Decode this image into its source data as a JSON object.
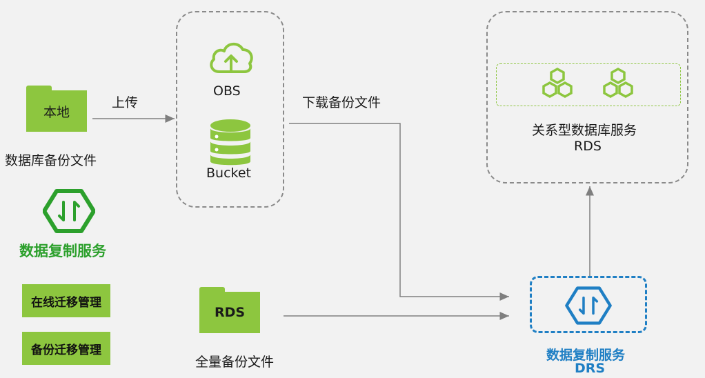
{
  "local": {
    "folder_label": "本地",
    "upload_label": "上传",
    "backup_files_label": "数据库备份文件"
  },
  "drs_logo": {
    "title": "数据复制服务"
  },
  "buttons": {
    "online_migration": "在线迁移管理",
    "backup_migration": "备份迁移管理"
  },
  "obs": {
    "label": "OBS",
    "bucket_label": "Bucket"
  },
  "download_label": "下载备份文件",
  "rds_folder": {
    "label": "RDS",
    "full_backup_label": "全量备份文件"
  },
  "rds_service": {
    "name": "关系型数据库服务",
    "abbr": "RDS"
  },
  "drs_service": {
    "name": "数据复制服务",
    "abbr": "DRS"
  },
  "colors": {
    "green": "#8dc63f",
    "dark_green": "#2ca02c",
    "blue": "#1f7fc4",
    "arrow_gray": "#7f7f7f"
  }
}
